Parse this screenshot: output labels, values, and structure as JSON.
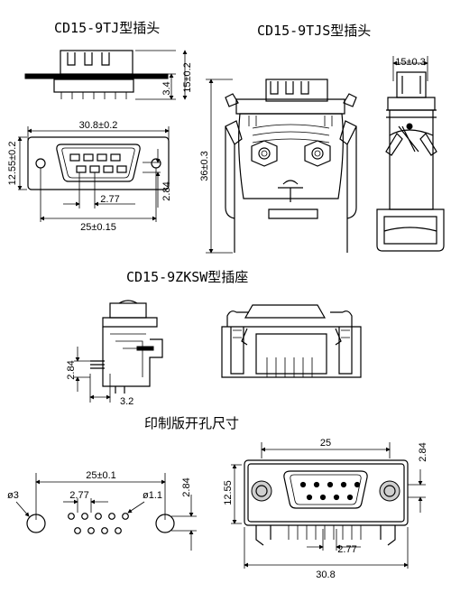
{
  "titles": {
    "top_left": "CD15-9TJ型插头",
    "top_right": "CD15-9TJS型插头",
    "middle": "CD15-9ZKSW型插座",
    "bottom": "印制版开孔尺寸"
  },
  "dims": {
    "tj_side_h1": "3.4",
    "tj_side_h2": "15±0.2",
    "tj_width": "30.8±0.2",
    "tj_face_h": "12.55±0.2",
    "tj_pitch": "2.77",
    "tj_row": "2.84",
    "tj_hole": "25±0.15",
    "tjs_height": "36±0.3",
    "tjs_depth": "15±0.3",
    "zksw_pin": "2.84",
    "zksw_pitch": "3.2",
    "pcb_hole": "25±0.1",
    "pcb_row": "2.84",
    "pcb_pitch": "2.77",
    "pcb_d3": "ø3",
    "pcb_d11": "ø1.1",
    "pcb2_width": "25",
    "pcb2_row": "2.84",
    "pcb2_face": "12.55",
    "pcb2_pitch": "2.77",
    "pcb2_total": "30.8"
  }
}
